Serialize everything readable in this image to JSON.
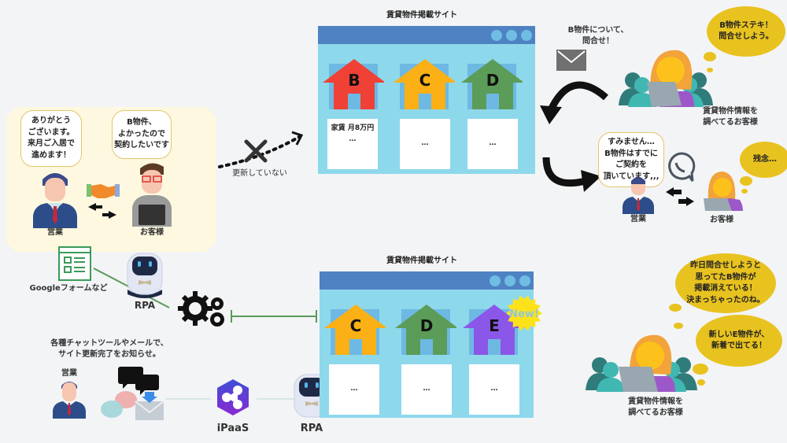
{
  "top_site": {
    "title": "賃貸物件掲載サイト",
    "houses": [
      {
        "letter": "B",
        "color": "#ef4135"
      },
      {
        "letter": "C",
        "color": "#fbb016"
      },
      {
        "letter": "D",
        "color": "#5b9c58"
      }
    ],
    "cards": [
      "家賃 月8万円\n…",
      "…",
      "…"
    ]
  },
  "bottom_site": {
    "title": "賃貸物件掲載サイト",
    "houses": [
      {
        "letter": "C",
        "color": "#fbb016"
      },
      {
        "letter": "D",
        "color": "#5b9c58"
      },
      {
        "letter": "E",
        "color": "#8b57e8"
      }
    ],
    "cards": [
      "…",
      "…",
      "…"
    ],
    "new_badge": "New!"
  },
  "deal_panel": {
    "sales_speech": "ありがとう\nございます。\n来月ご入居で\n進めます！",
    "customer_speech": "B物件、\nよかったので\n契約したいです",
    "sales_label": "営業",
    "customer_label": "お客様"
  },
  "not_updated_label": "更新していない",
  "inquiry": {
    "mail_label": "B物件について、\n問合せ！",
    "customer_thought": "B物件ステキ！\n問合せしよう。",
    "customer_label": "賃貸物件情報を\n調べてるお客様",
    "sales_speech": "すみません…\nB物件はすでに\nご契約を\n頂いています,,,",
    "sales_label": "営業",
    "customer2_label": "お客様",
    "customer2_thought": "残念…"
  },
  "automation": {
    "form_label": "Googleフォームなど",
    "rpa_label": "RPA",
    "notify_text": "各種チャットツールやメールで、\nサイト更新完了をお知らせ。",
    "sales_label": "営業",
    "ipaas_label": "iPaaS",
    "rpa2_label": "RPA"
  },
  "bottom_customer": {
    "thought1": "昨日問合せしようと\n思ってたB物件が\n掲載消えている！\n決まっちゃったのね。",
    "thought2": "新しいE物件が、\n新着で出てる！",
    "label": "賃貸物件情報を\n調べてるお客様"
  }
}
